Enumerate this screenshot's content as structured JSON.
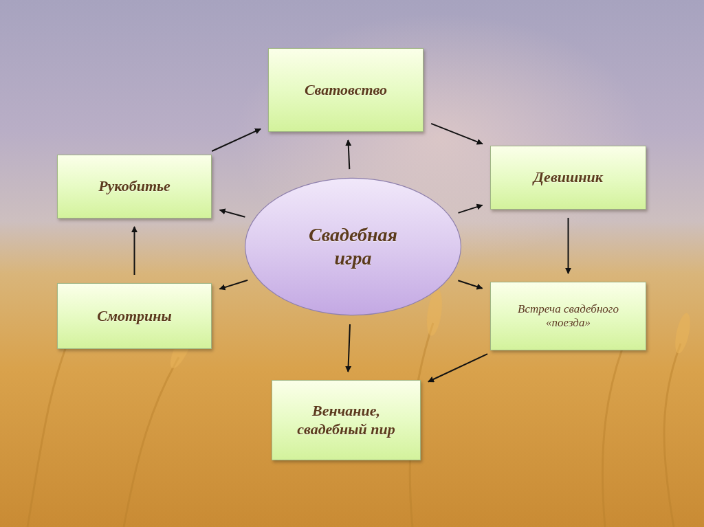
{
  "diagram": {
    "nodes": [
      {
        "text": [
          "Сватовство"
        ]
      },
      {
        "text": [
          "Рукобитье"
        ]
      },
      {
        "text": [
          "Девишник"
        ]
      },
      {
        "text": [
          "Свадебная игра"
        ]
      },
      {
        "text": [
          "Смотрины"
        ]
      },
      {
        "text": [
          "Встреча свадебного «поезда»"
        ]
      },
      {
        "text": [
          "Венчание, свадебный пир"
        ]
      }
    ],
    "edges": [
      {
        "from": 3,
        "to": 0,
        "arrow": "to"
      },
      {
        "from": 3,
        "to": 1,
        "arrow": "to"
      },
      {
        "from": 3,
        "to": 4,
        "arrow": "to"
      },
      {
        "from": 3,
        "to": 2,
        "arrow": "to"
      },
      {
        "from": 3,
        "to": 5,
        "arrow": "to"
      },
      {
        "from": 3,
        "to": 6,
        "arrow": "to"
      },
      {
        "from": 4,
        "to": 1,
        "arrow": "to"
      },
      {
        "from": 1,
        "to": 0,
        "arrow": "to"
      },
      {
        "from": 0,
        "to": 2,
        "arrow": "to"
      },
      {
        "from": 2,
        "to": 5,
        "arrow": "to"
      },
      {
        "from": 5,
        "to": 6,
        "arrow": "to"
      }
    ]
  }
}
